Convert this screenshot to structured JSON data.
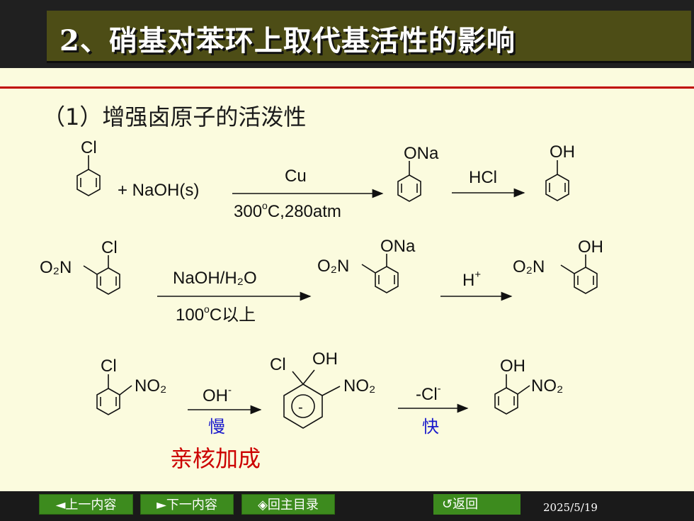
{
  "title": "2、硝基对苯环上取代基活性的影响",
  "subtitle": "（1）增强卤原子的活泼性",
  "reaction1": {
    "reactant_substituent": "Cl",
    "reagent": "+ NaOH(s)",
    "catalyst": "Cu",
    "conditions_prefix": "300",
    "conditions_degree": "o",
    "conditions_suffix": "C,280atm",
    "intermediate_substituent": "ONa",
    "acid": "HCl",
    "product_substituent": "OH"
  },
  "reaction2": {
    "nitro": "O₂N",
    "reactant_substituent": "Cl",
    "reagent": "NaOH/H₂O",
    "conditions_prefix": "100",
    "conditions_degree": "o",
    "conditions_suffix": "C以上",
    "intermediate_substituent": "ONa",
    "acid": "H",
    "acid_charge": "+",
    "product_substituent": "OH"
  },
  "reaction3": {
    "reactant_substituent": "Cl",
    "nitro": "NO₂",
    "nucleophile": "OH",
    "nucleophile_charge": "-",
    "step1_speed": "慢",
    "intermediate_cl": "Cl",
    "intermediate_oh": "OH",
    "intermediate_charge": "-",
    "leaving_group": "-Cl",
    "leaving_charge": "-",
    "step2_speed": "快",
    "product_substituent": "OH",
    "mechanism_label": "亲核加成"
  },
  "nav": {
    "prev": "◄上一内容",
    "next": "►下一内容",
    "home": "◈回主目录",
    "back": "↺返回"
  },
  "date": "2025/5/19",
  "colors": {
    "title_bg": "#4d4d16",
    "content_bg": "#fbfbde",
    "rule": "#c00000",
    "speed_label": "#1a1acc",
    "mechanism_label": "#cc0000",
    "nav_button": "#3d8b1e"
  }
}
